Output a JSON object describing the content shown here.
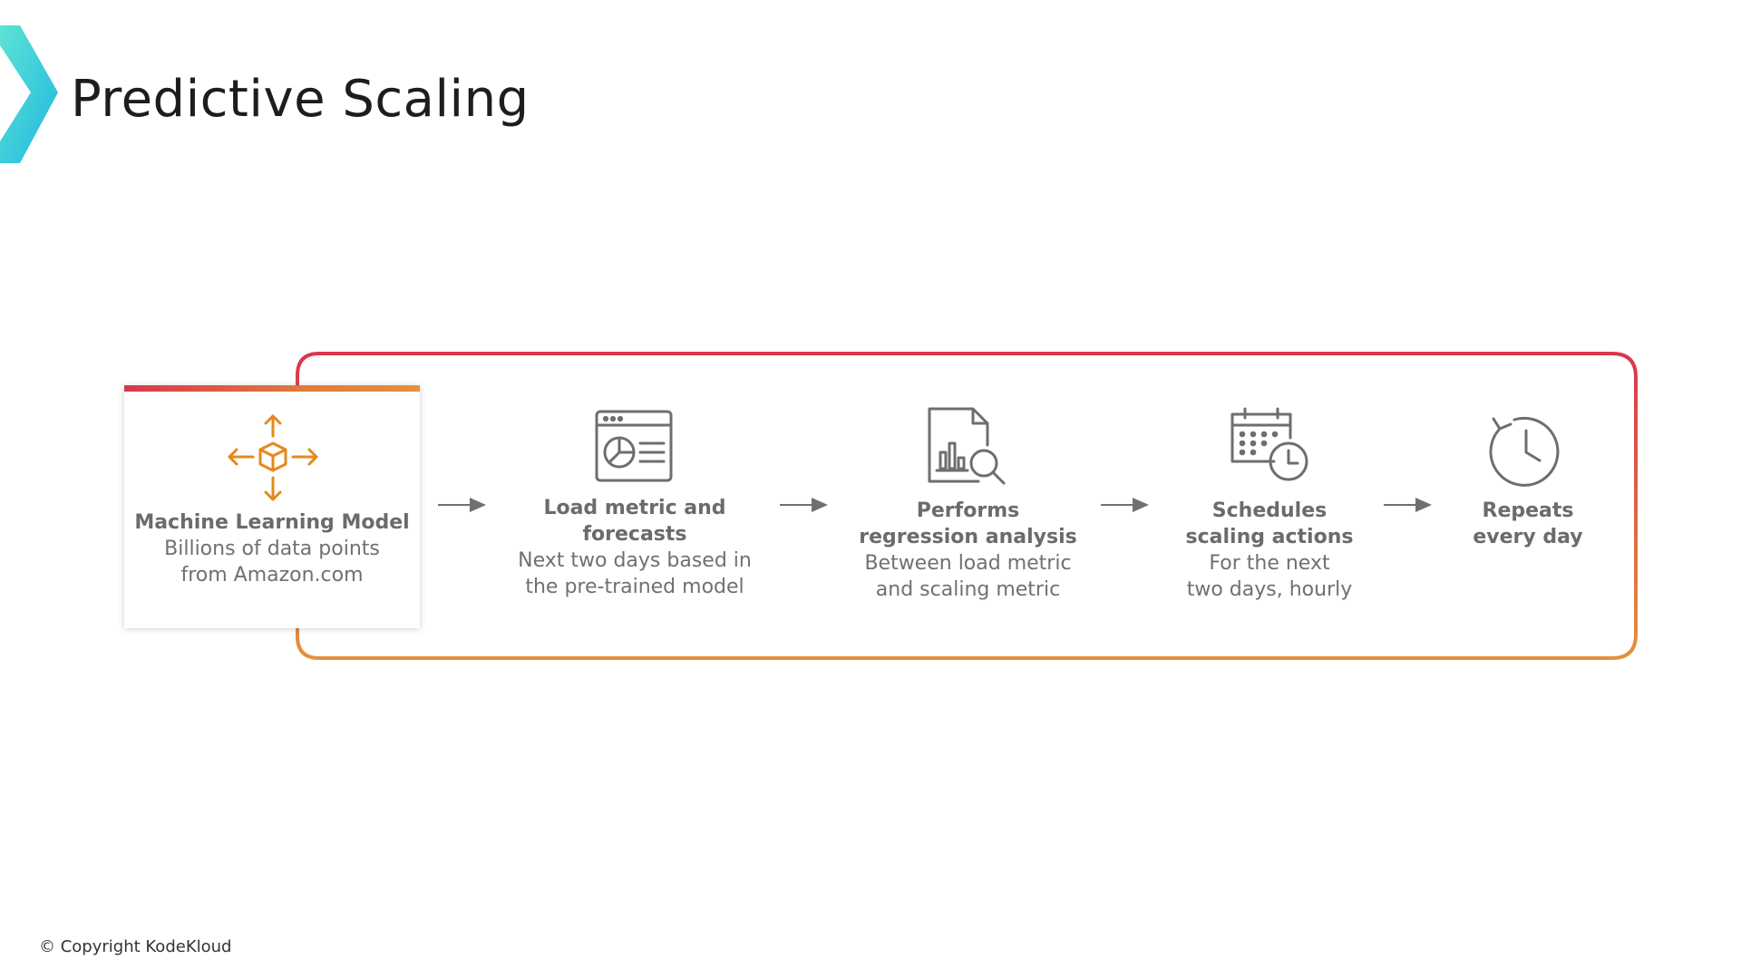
{
  "slide": {
    "title": "Predictive Scaling",
    "copyright": "© Copyright KodeKloud"
  },
  "colors": {
    "accent_teal": "#2fd0d6",
    "loop_red": "#d9374c",
    "loop_orange": "#e3913f",
    "icon_orange": "#e3891e",
    "icon_gray": "#6e6e6e"
  },
  "steps": [
    {
      "icon": "machine-learning-model-icon",
      "title": "Machine Learning Model",
      "desc_line1": "Billions of data points",
      "desc_line2": "from Amazon.com"
    },
    {
      "icon": "dashboard-window-icon",
      "title_line1": "Load metric and",
      "title_line2": "forecasts",
      "desc_line1": "Next two days based in",
      "desc_line2": "the pre-trained model"
    },
    {
      "icon": "document-search-chart-icon",
      "title_line1": "Performs",
      "title_line2": "regression analysis",
      "desc_line1": "Between load metric",
      "desc_line2": "and scaling metric"
    },
    {
      "icon": "calendar-clock-icon",
      "title_line1": "Schedules",
      "title_line2": "scaling actions",
      "desc_line1": "For the next",
      "desc_line2": "two days, hourly"
    },
    {
      "icon": "clock-repeat-icon",
      "title_line1": "Repeats",
      "title_line2": "every day"
    }
  ]
}
